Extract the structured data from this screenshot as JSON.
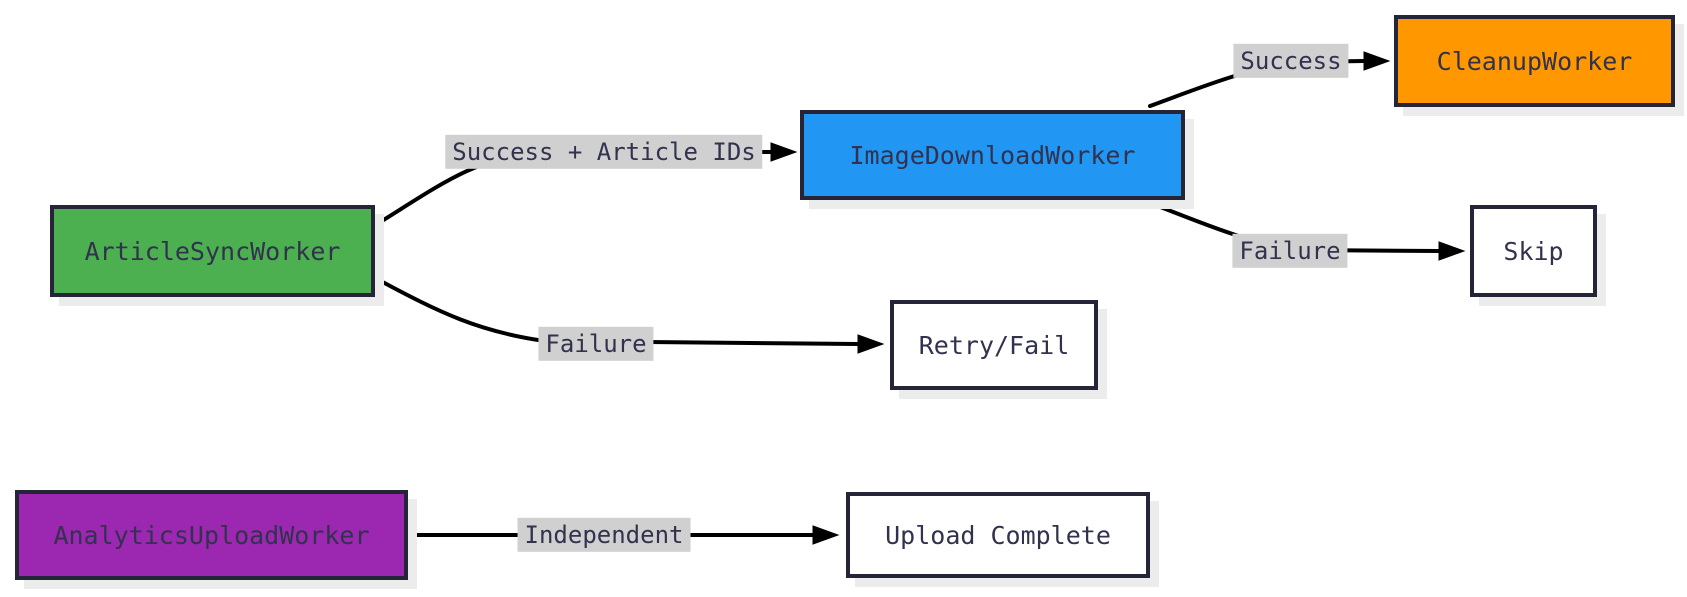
{
  "diagram": {
    "type": "flowchart",
    "direction": "left-to-right",
    "background_color": "#ffffff",
    "edge_color": "#000000",
    "edge_label_bg": "#d0d0d0",
    "node_border_color": "#252538",
    "node_text_color": "#32324e",
    "nodes": [
      {
        "id": "article_sync",
        "label": "ArticleSyncWorker",
        "fill": "#4caf50",
        "kind": "worker"
      },
      {
        "id": "image_download",
        "label": "ImageDownloadWorker",
        "fill": "#2196f3",
        "kind": "worker"
      },
      {
        "id": "cleanup",
        "label": "CleanupWorker",
        "fill": "#ff9800",
        "kind": "worker"
      },
      {
        "id": "skip",
        "label": "Skip",
        "fill": "#ffffff",
        "kind": "outcome"
      },
      {
        "id": "retry_fail",
        "label": "Retry/Fail",
        "fill": "#ffffff",
        "kind": "outcome"
      },
      {
        "id": "analytics_upload",
        "label": "AnalyticsUploadWorker",
        "fill": "#9c27b0",
        "kind": "worker"
      },
      {
        "id": "upload_complete",
        "label": "Upload Complete",
        "fill": "#ffffff",
        "kind": "outcome"
      }
    ],
    "edges": [
      {
        "from": "ArticleSyncWorker",
        "to": "ImageDownloadWorker",
        "label": "Success + Article IDs"
      },
      {
        "from": "ImageDownloadWorker",
        "to": "CleanupWorker",
        "label": "Success"
      },
      {
        "from": "ImageDownloadWorker",
        "to": "Skip",
        "label": "Failure"
      },
      {
        "from": "ArticleSyncWorker",
        "to": "Retry/Fail",
        "label": "Failure"
      },
      {
        "from": "AnalyticsUploadWorker",
        "to": "Upload Complete",
        "label": "Independent"
      }
    ]
  }
}
